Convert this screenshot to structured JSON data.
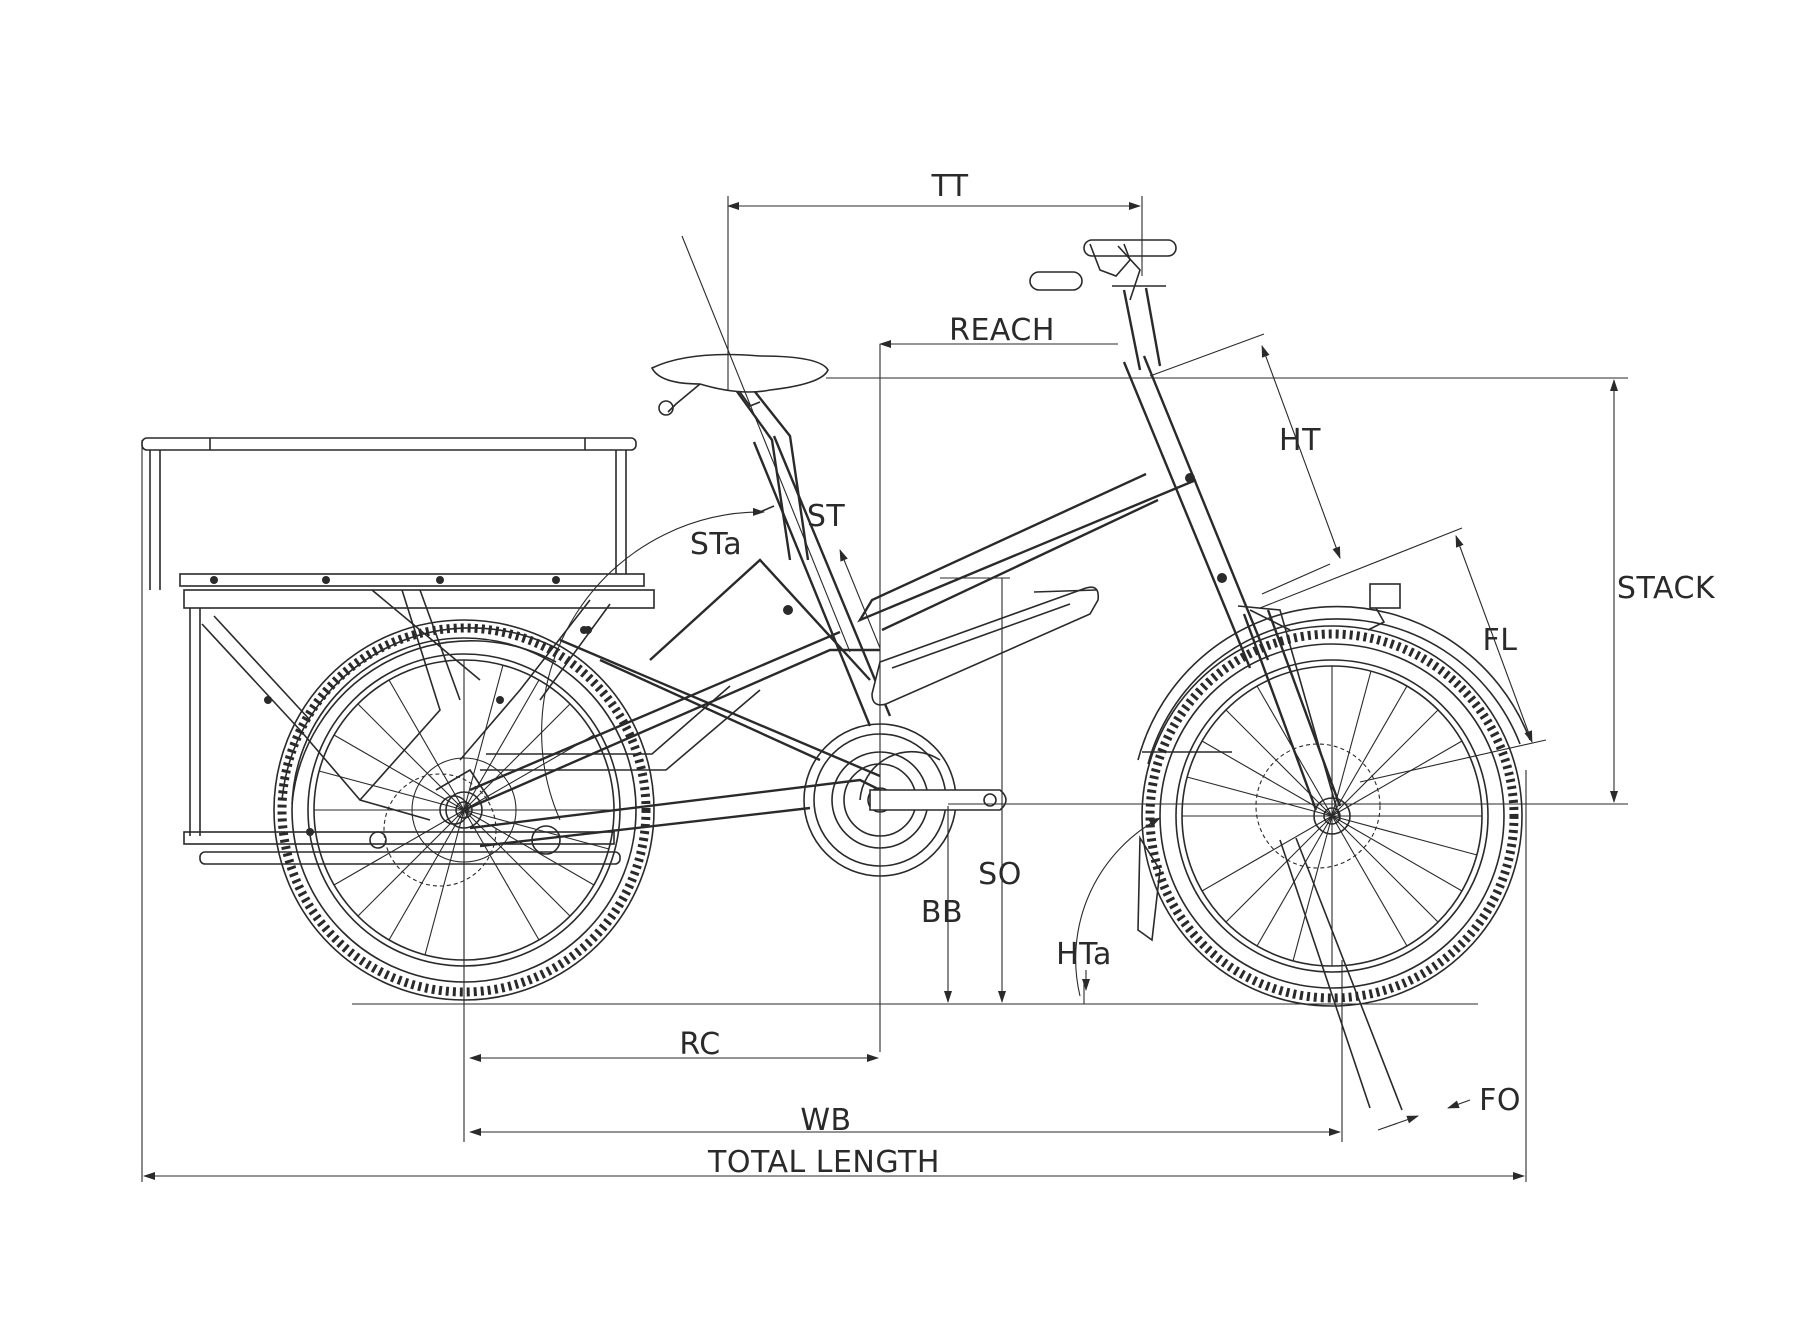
{
  "diagram": {
    "colors": {
      "line": "#2a2a2a",
      "background": "#ffffff"
    },
    "labels": {
      "tt": "TT",
      "reach": "REACH",
      "ht": "HT",
      "stack": "STACK",
      "st": "ST",
      "sta": "STa",
      "fl": "FL",
      "so": "SO",
      "bb": "BB",
      "hta": "HTa",
      "rc": "RC",
      "wb": "WB",
      "fo": "FO",
      "total_length": "TOTAL LENGTH"
    }
  }
}
